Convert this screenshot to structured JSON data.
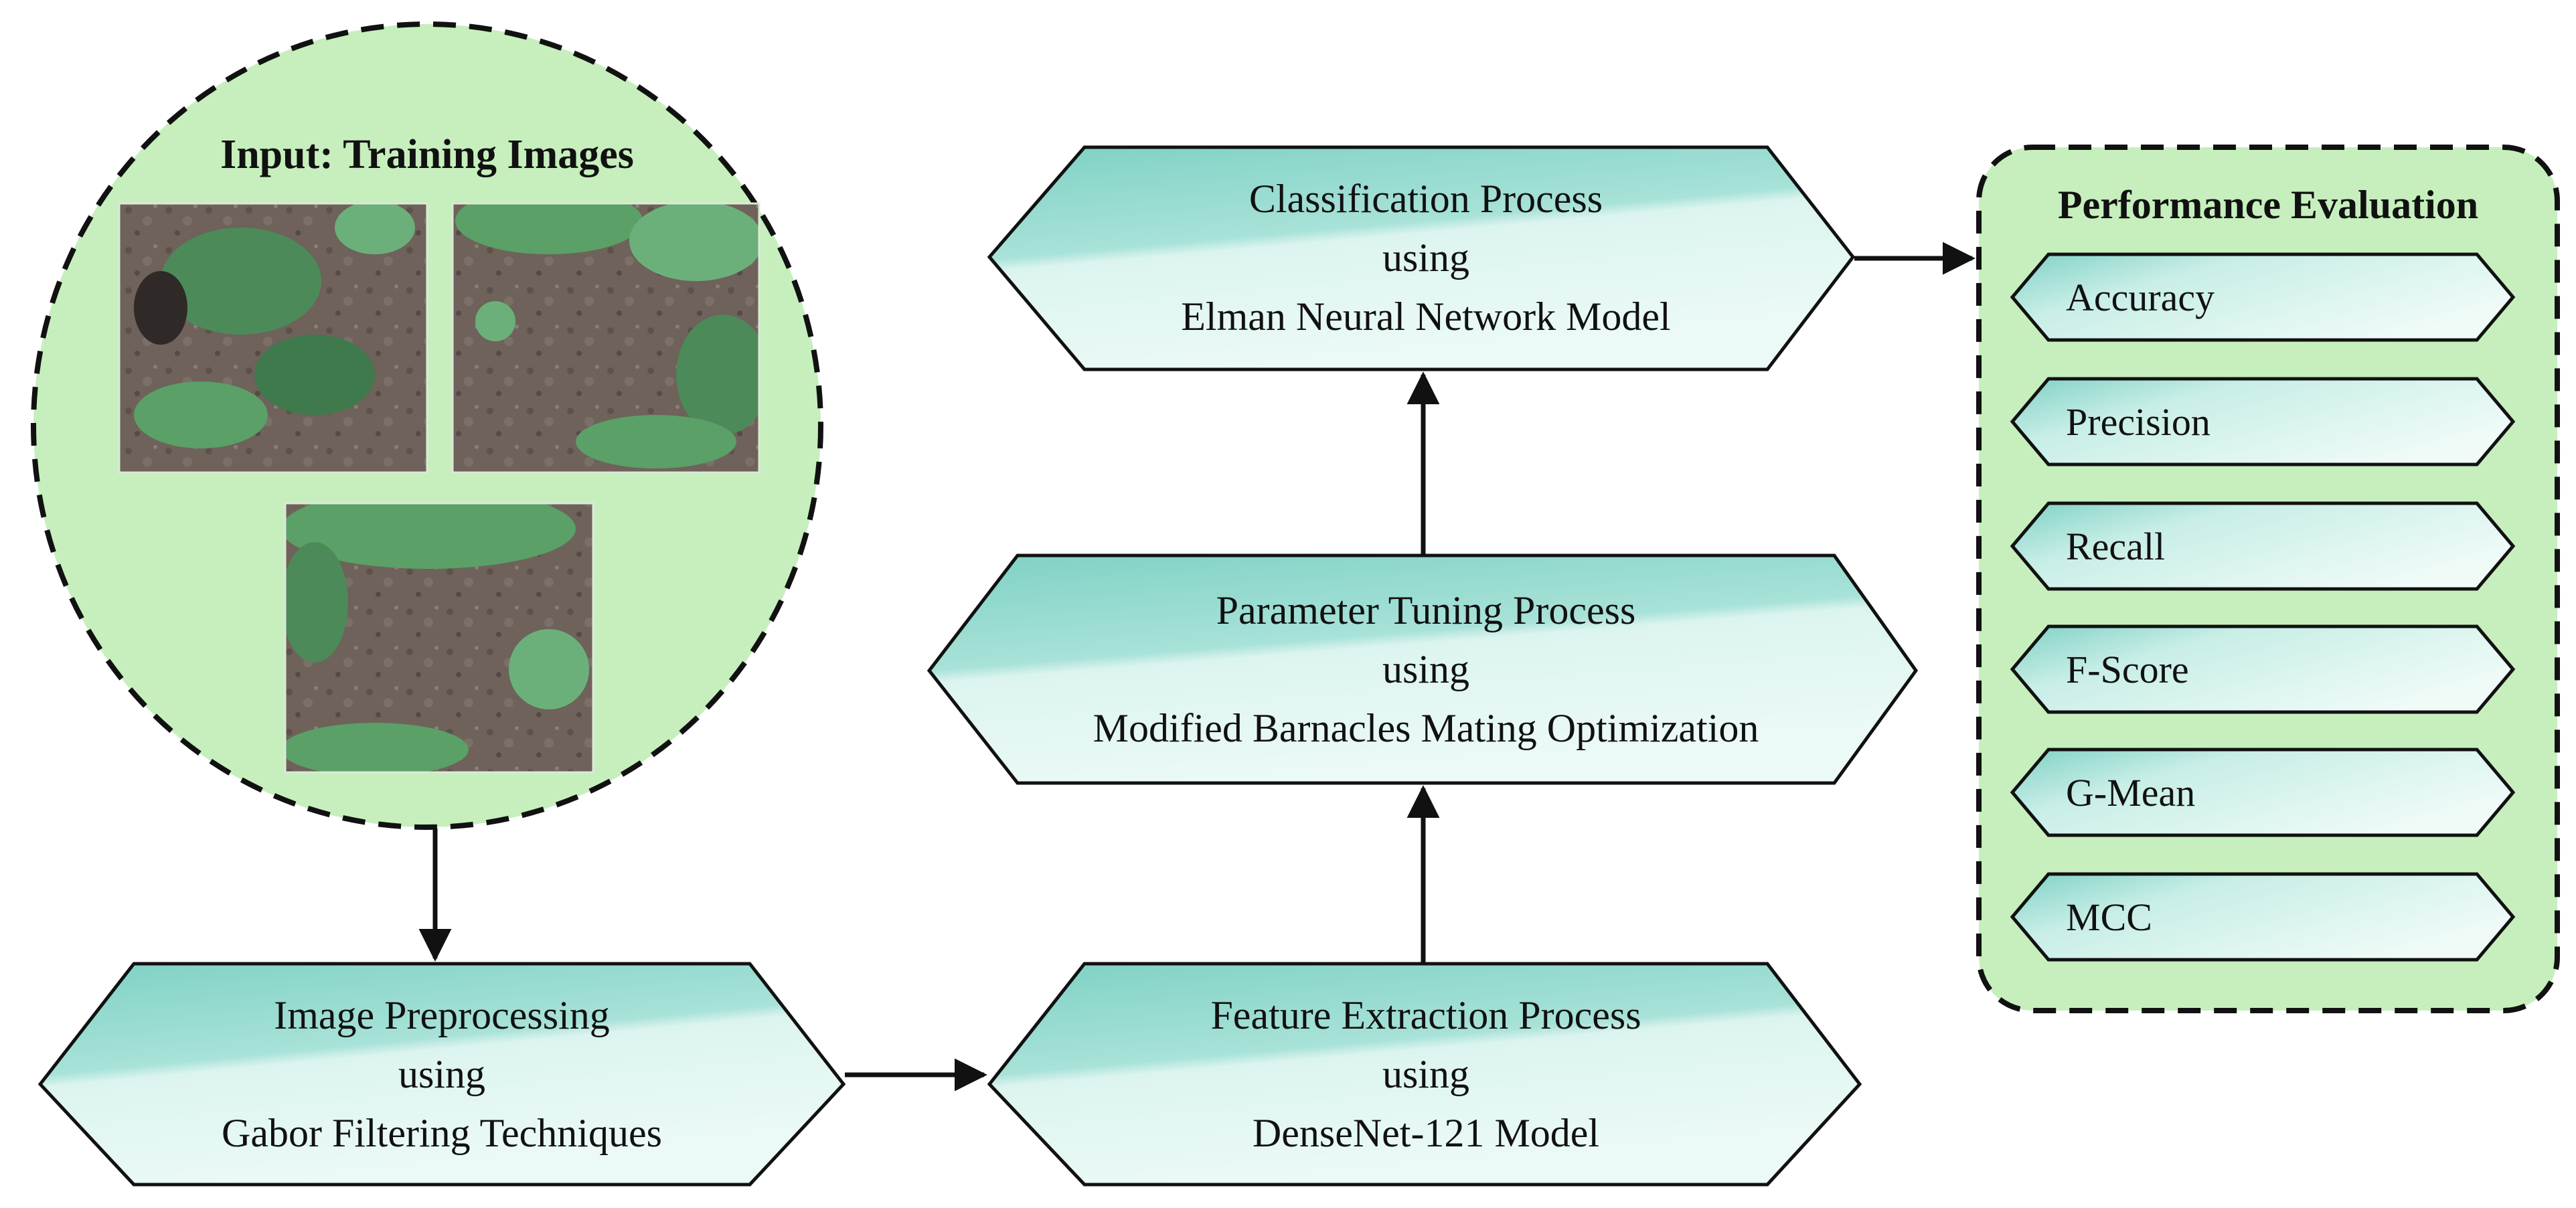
{
  "colors": {
    "teal_dark": "#7fd1c4",
    "teal_light": "#e4f7f3",
    "green_panel": "#c6efbd",
    "ink": "#111111"
  },
  "input": {
    "title": "Input: Training Images"
  },
  "steps": {
    "preprocess": {
      "line1": "Image Preprocessing",
      "line2": "using",
      "line3": "Gabor Filtering Techniques"
    },
    "feature": {
      "line1": "Feature Extraction Process",
      "line2": "using",
      "line3": "DenseNet-121 Model"
    },
    "tuning": {
      "line1": "Parameter Tuning Process",
      "line2": "using",
      "line3": "Modified Barnacles Mating Optimization"
    },
    "classification": {
      "line1": "Classification Process",
      "line2": "using",
      "line3": "Elman Neural Network Model"
    }
  },
  "evaluation": {
    "title": "Performance Evaluation",
    "metrics": [
      "Accuracy",
      "Precision",
      "Recall",
      "F-Score",
      "G-Mean",
      "MCC"
    ]
  }
}
